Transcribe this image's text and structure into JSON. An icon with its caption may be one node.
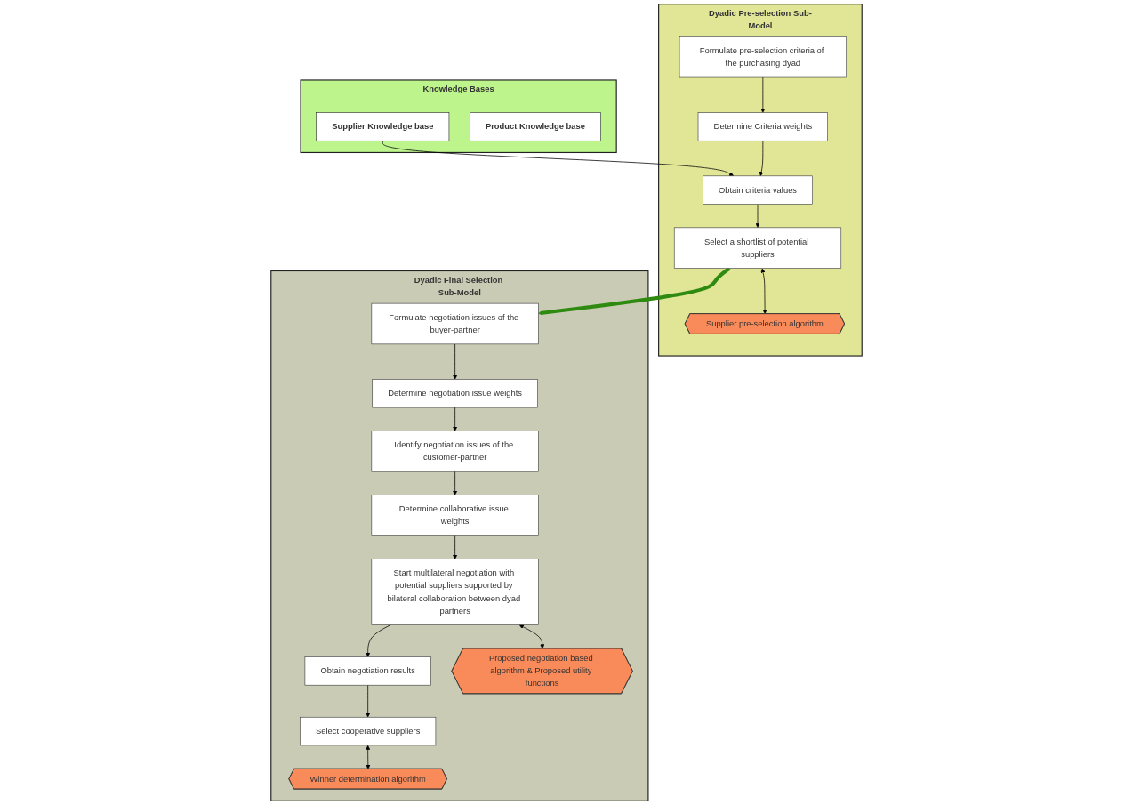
{
  "diagram": {
    "nodes": [
      {
        "text": [
          "Knowledge Bases"
        ]
      },
      {
        "text": [
          "Supplier Knowledge base"
        ],
        "in": 0
      },
      {
        "text": [
          "Product Knowledge base"
        ],
        "in": 0
      },
      {
        "text": [
          "Dyadic Pre-selection Sub-Model"
        ]
      },
      {
        "text": [
          "Obtain criteria values"
        ],
        "in": 3
      },
      {
        "text": [
          "Select a shortlist of potential suppliers"
        ],
        "in": 3
      },
      {
        "text": [
          "Determine Criteria weights"
        ],
        "in": 3
      },
      {
        "text": [
          "Supplier pre-selection algorithm"
        ],
        "in": 3
      },
      {
        "text": [
          "Formulate pre-selection criteria of the purchasing dyad"
        ],
        "in": 3
      },
      {
        "text": [
          "Dyadic Final Selection Sub-Model"
        ]
      },
      {
        "text": [
          "Formulate negotiation issues of the buyer-partner"
        ],
        "in": 9
      },
      {
        "text": [
          "Determine negotiation issue weights"
        ],
        "in": 9
      },
      {
        "text": [
          "Identify negotiation issues of the customer-partner"
        ],
        "in": 9
      },
      {
        "text": [
          "Obtain negotiation results"
        ],
        "in": 9
      },
      {
        "text": [
          "Start multilateral negotiation with potential suppliers supported by bilateral collaboration between dyad partners"
        ],
        "in": 9
      },
      {
        "text": [
          "Determine collaborative issue weights"
        ],
        "in": 9
      },
      {
        "text": [
          "Select cooperative suppliers"
        ],
        "in": 9
      },
      {
        "text": [
          "Proposed negotiation based algorithm & Proposed utility functions"
        ],
        "in": 9
      },
      {
        "text": [
          "Winner determination algorithm"
        ],
        "in": 9
      }
    ],
    "edges": [
      {
        "from": 1,
        "to": 4,
        "arrow": "to"
      },
      {
        "from": 4,
        "to": 5,
        "arrow": "to"
      },
      {
        "from": 6,
        "to": 4,
        "arrow": "to"
      },
      {
        "from": 8,
        "to": 6,
        "arrow": "to"
      },
      {
        "from": 5,
        "to": 7,
        "arrow": "both"
      },
      {
        "from": 5,
        "to": 10,
        "arrow": "to",
        "style": "thick",
        "color": "#2e8b10"
      },
      {
        "from": 10,
        "to": 11,
        "arrow": "to"
      },
      {
        "from": 11,
        "to": 12,
        "arrow": "to"
      },
      {
        "from": 12,
        "to": 15,
        "arrow": "to"
      },
      {
        "from": 15,
        "to": 14,
        "arrow": "to"
      },
      {
        "from": 14,
        "to": 13,
        "arrow": "to"
      },
      {
        "from": 13,
        "to": 16,
        "arrow": "to"
      },
      {
        "from": 14,
        "to": 17,
        "arrow": "both"
      },
      {
        "from": 16,
        "to": 18,
        "arrow": "both"
      }
    ]
  }
}
